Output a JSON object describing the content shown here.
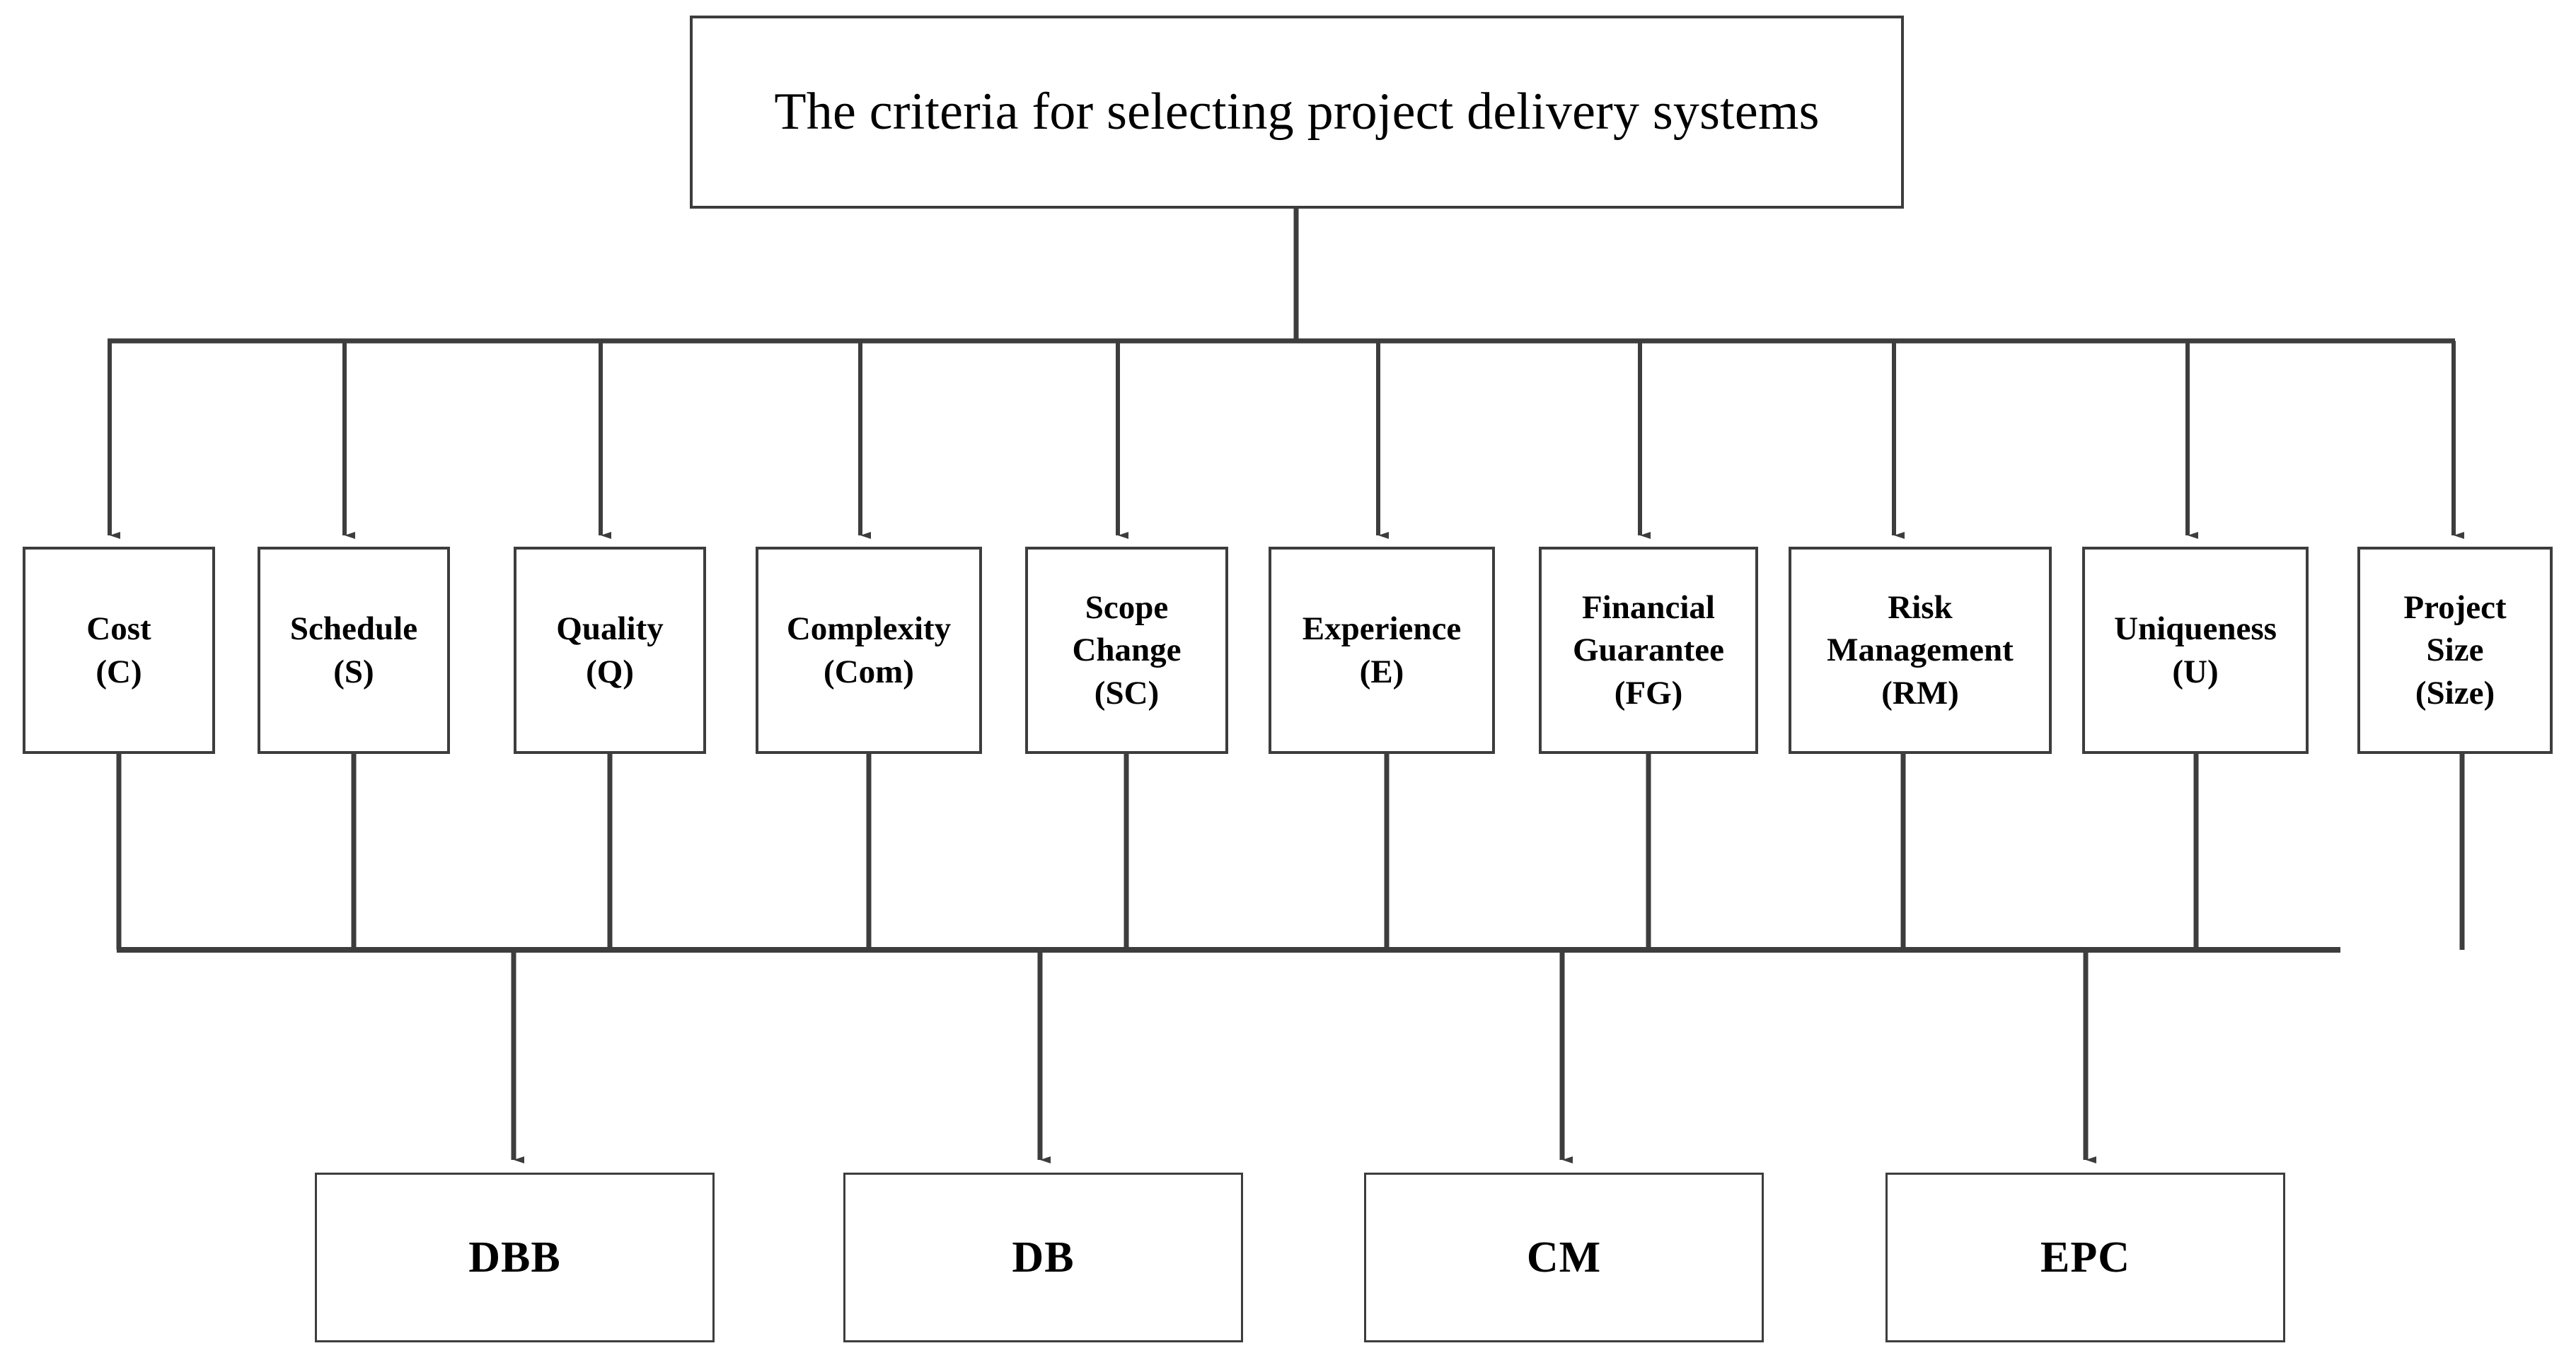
{
  "diagram": {
    "type": "hierarchy-flowchart",
    "orientation": "top-down",
    "line_color": "#3d3d3d",
    "box_fill": "#ffffff",
    "text_color": "#000000",
    "background": "#ffffff"
  },
  "root": {
    "title": "The criteria for selecting  project delivery systems"
  },
  "criteria": [
    {
      "name": "Cost",
      "code": "(C)",
      "label": "Cost\n(C)"
    },
    {
      "name": "Schedule",
      "code": "(S)",
      "label": "Schedule\n(S)"
    },
    {
      "name": "Quality",
      "code": "(Q)",
      "label": "Quality\n(Q)"
    },
    {
      "name": "Complexity",
      "code": "(Com)",
      "label": "Complexity\n(Com)"
    },
    {
      "name": "Scope Change",
      "code": "(SC)",
      "label": "Scope\nChange\n(SC)"
    },
    {
      "name": "Experience",
      "code": "(E)",
      "label": "Experience\n(E)"
    },
    {
      "name": "Financial Guarantee",
      "code": "(FG)",
      "label": "Financial\nGuarantee\n(FG)"
    },
    {
      "name": "Risk Management",
      "code": "(RM)",
      "label": "Risk\nManagement\n(RM)"
    },
    {
      "name": "Uniqueness",
      "code": "(U)",
      "label": "Uniqueness\n(U)"
    },
    {
      "name": "Project Size",
      "code": "(Size)",
      "label": "Project\nSize\n(Size)"
    }
  ],
  "delivery_systems": [
    {
      "label": "DBB"
    },
    {
      "label": "DB"
    },
    {
      "label": "CM"
    },
    {
      "label": "EPC"
    }
  ]
}
